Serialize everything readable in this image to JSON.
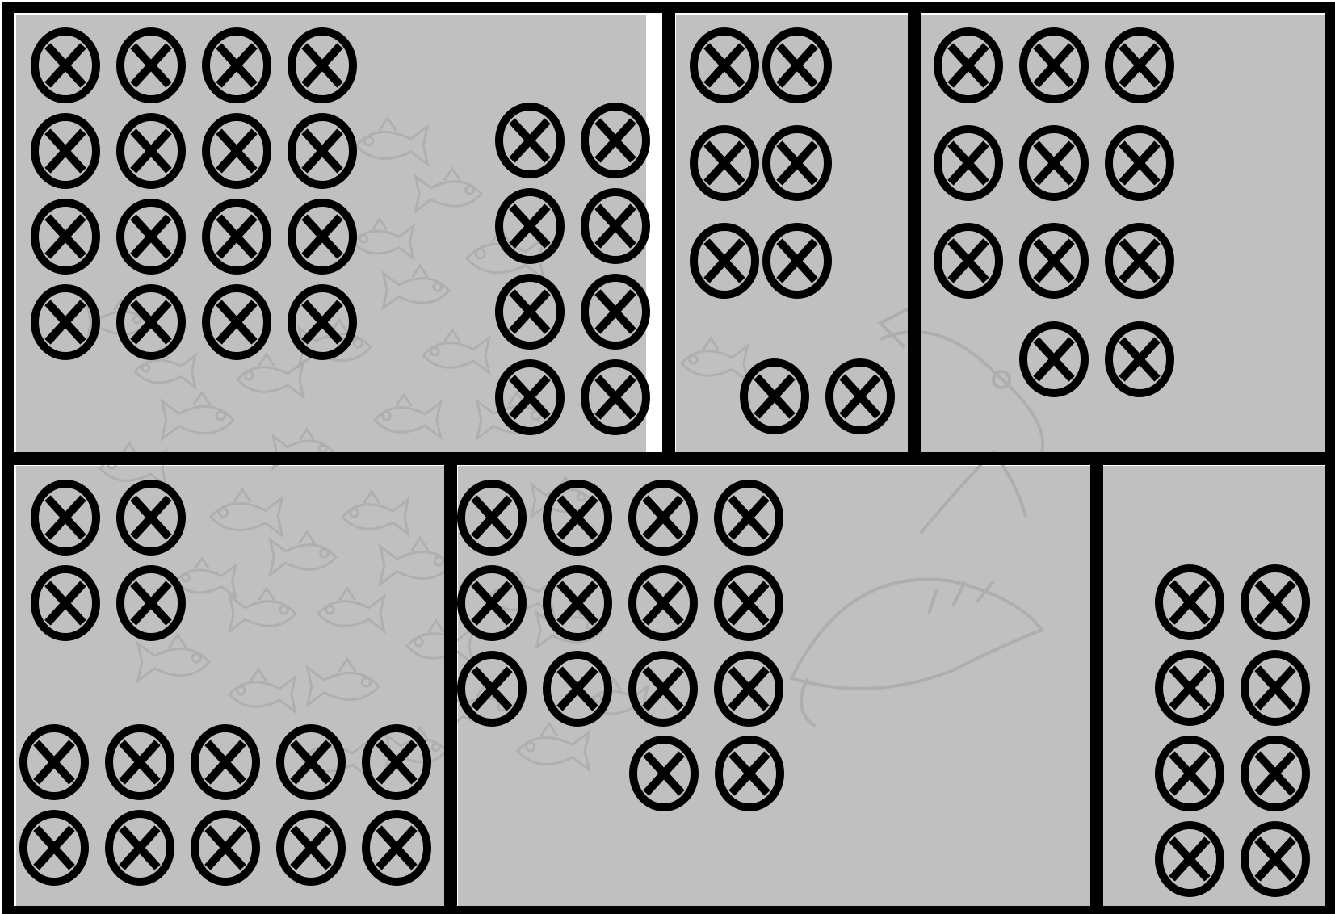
{
  "colors": {
    "panel_fill": "#c0c0c0",
    "line": "#000000",
    "watermark": "#a9a9a9"
  },
  "symbol": {
    "name": "circled-x-icon",
    "glyph": "⊗"
  },
  "background_watermark": "fish-school-watermark",
  "panels": [
    {
      "id": "top-left",
      "groups": [
        {
          "cols": 4,
          "rows": 4
        },
        {
          "cols": 2,
          "rows": 4
        }
      ],
      "symbol_count": 24
    },
    {
      "id": "top-middle",
      "groups": [
        {
          "cols": 2,
          "rows": 3
        },
        {
          "cols": 2,
          "rows": 1
        }
      ],
      "symbol_count": 8
    },
    {
      "id": "top-right",
      "groups": [
        {
          "cols": 3,
          "rows": 3
        },
        {
          "cols": 2,
          "rows": 1
        }
      ],
      "symbol_count": 11
    },
    {
      "id": "bottom-left",
      "groups": [
        {
          "cols": 2,
          "rows": 2
        },
        {
          "cols": 5,
          "rows": 2
        }
      ],
      "symbol_count": 14
    },
    {
      "id": "bottom-middle",
      "groups": [
        {
          "cols": 4,
          "rows": 3
        },
        {
          "cols": 2,
          "rows": 1
        }
      ],
      "symbol_count": 14
    },
    {
      "id": "bottom-right",
      "groups": [
        {
          "cols": 2,
          "rows": 4
        }
      ],
      "symbol_count": 8
    }
  ]
}
